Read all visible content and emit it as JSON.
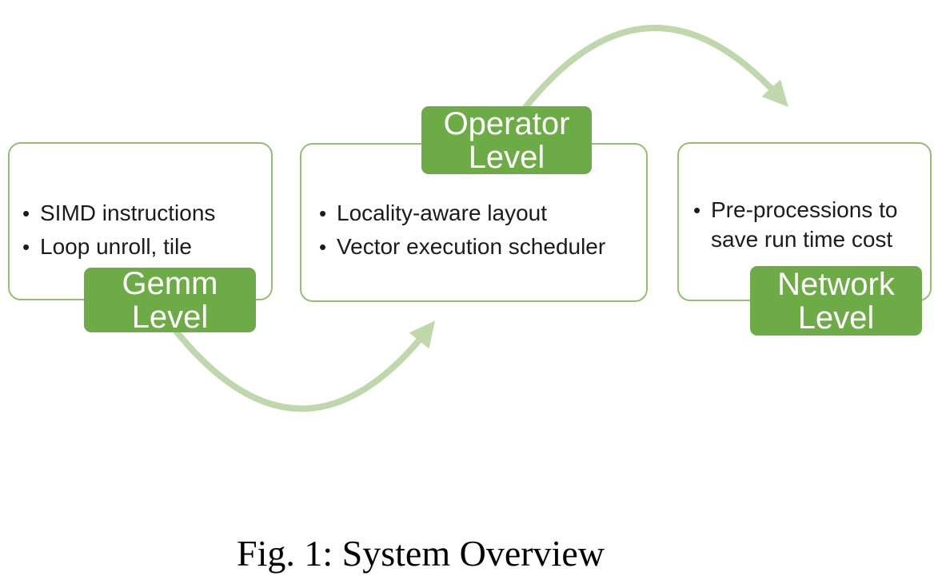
{
  "colors": {
    "label_bg": "#6dab47",
    "label_text": "#ffffff",
    "box_border": "#94bf70",
    "box_bg": "#ffffff",
    "arrow": "#bed8ab",
    "text": "#1b1b1b",
    "caption_text": "#000000"
  },
  "bullet_char": "•",
  "diagram": {
    "type": "process-flow",
    "boxes": [
      {
        "name": "gemm",
        "label_lines": [
          "Gemm Level"
        ],
        "label_position": "bottom",
        "bullets": [
          "SIMD instructions",
          "Loop unroll, tile"
        ]
      },
      {
        "name": "operator",
        "label_lines": [
          "Operator",
          "Level"
        ],
        "label_position": "top",
        "bullets": [
          "Locality-aware layout",
          "Vector execution scheduler"
        ]
      },
      {
        "name": "network",
        "label_lines": [
          "Network",
          "Level"
        ],
        "label_position": "bottom",
        "bullets": [
          "Pre-processions to save run time cost"
        ]
      }
    ],
    "arrows": [
      {
        "name": "gemm-to-operator",
        "direction": "up-right"
      },
      {
        "name": "operator-to-network",
        "direction": "down-right"
      }
    ]
  },
  "caption": "Fig. 1: System Overview"
}
